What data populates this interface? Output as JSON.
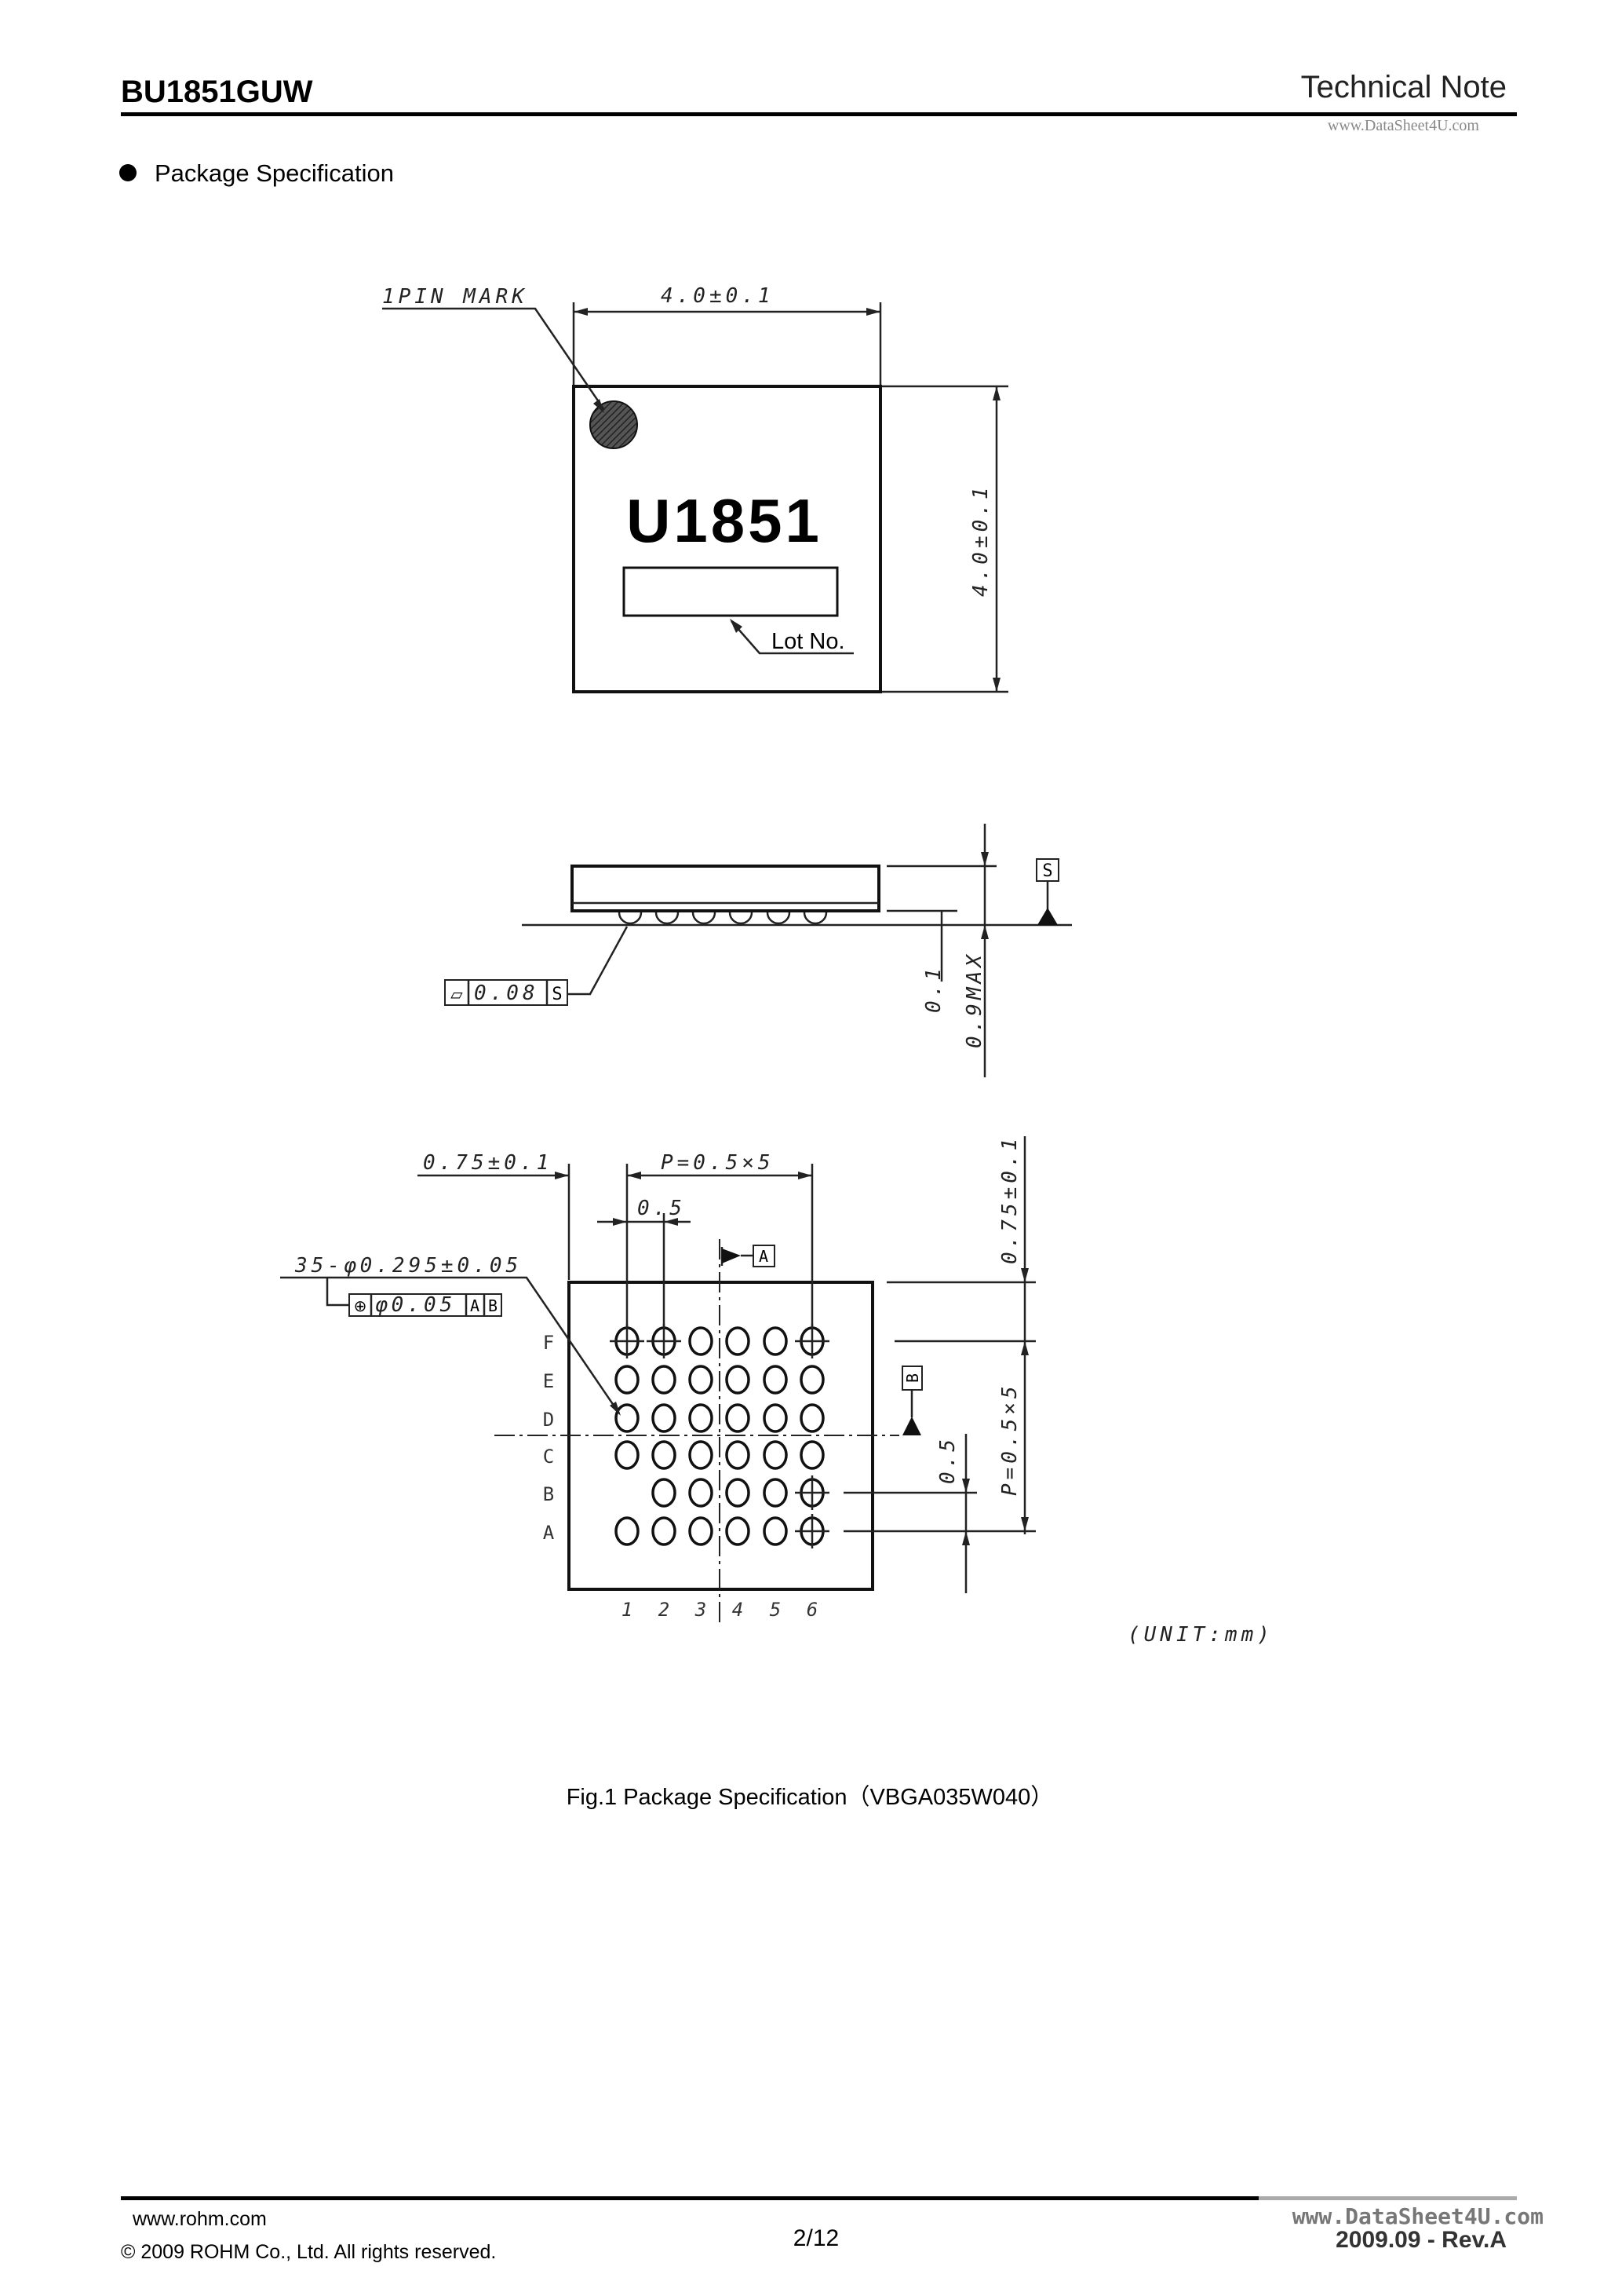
{
  "header": {
    "part_number": "BU1851GUW",
    "doc_type": "Technical Note",
    "watermark": "www.DataSheet4U.com"
  },
  "section": {
    "title": "Package Specification"
  },
  "figure": {
    "top_view": {
      "pin_mark": "1PIN MARK",
      "width_dim": "4.0±0.1",
      "height_dim": "4.0±0.1",
      "marking": "U1851",
      "lot_label": "Lot No."
    },
    "side_view": {
      "datum_s": "S",
      "flatness_symbol": "▱",
      "flatness_value": "0.08",
      "flatness_ref": "S",
      "standoff_dim": "0.1",
      "height_dim": "0.9MAX"
    },
    "bottom_view": {
      "edge_x_dim": "0.75±0.1",
      "pitch_x_dim": "P=0.5×5",
      "pitch_single_x": "0.5",
      "ball_spec": "35-φ0.295±0.05",
      "position_tol_symbol": "⊕",
      "position_tol_value": "φ0.05",
      "position_tol_ref_a": "A",
      "position_tol_ref_b": "B",
      "datum_a": "A",
      "datum_b": "B",
      "edge_y_dim": "0.75±0.1",
      "pitch_y_dim": "P=0.5×5",
      "pitch_single_y": "0.5",
      "rows": [
        "F",
        "E",
        "D",
        "C",
        "B",
        "A"
      ],
      "columns": [
        "1",
        "2",
        "3",
        "4",
        "5",
        "6"
      ],
      "missing_balls": [
        "B1"
      ]
    },
    "unit": "(UNIT:mm)",
    "caption": "Fig.1 Package Specification（VBGA035W040）"
  },
  "footer": {
    "website": "www.rohm.com",
    "copyright": "© 2009 ROHM Co., Ltd. All rights reserved.",
    "page": "2/12",
    "watermark": "www.DataSheet4U.com",
    "revision": "2009.09  -  Rev.A"
  }
}
